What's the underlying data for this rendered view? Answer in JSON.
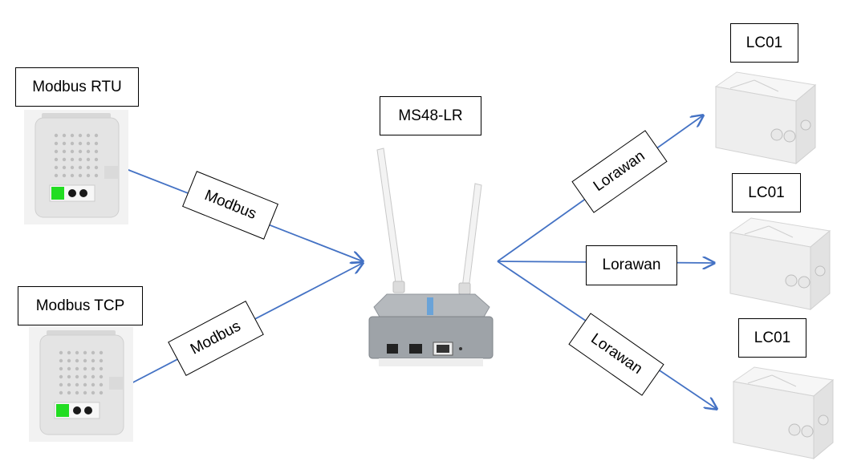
{
  "nodes": {
    "modbus_rtu": {
      "label": "Modbus RTU"
    },
    "modbus_tcp": {
      "label": "Modbus TCP"
    },
    "gateway": {
      "label": "MS48-LR"
    },
    "lc01_top": {
      "label": "LC01"
    },
    "lc01_middle": {
      "label": "LC01"
    },
    "lc01_bottom": {
      "label": "LC01"
    }
  },
  "edges": {
    "rtu_to_gateway": {
      "label": "Modbus"
    },
    "tcp_to_gateway": {
      "label": "Modbus"
    },
    "gateway_to_lc01_top": {
      "label": "Lorawan"
    },
    "gateway_to_lc01_middle": {
      "label": "Lorawan"
    },
    "gateway_to_lc01_bottom": {
      "label": "Lorawan"
    }
  },
  "colors": {
    "connector": "#4472c4",
    "led_green": "#22dd22",
    "device_body": "#e8e8e8",
    "gateway_body": "#9ea3a8"
  }
}
